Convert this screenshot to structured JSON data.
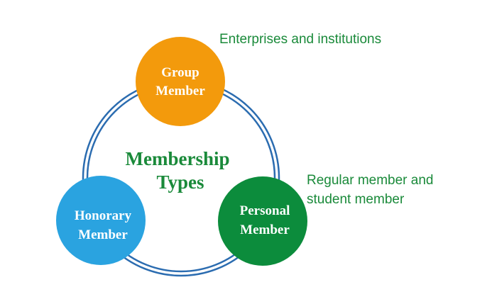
{
  "center": {
    "line1": "Membership",
    "line2": "Types"
  },
  "nodes": {
    "group": {
      "line1": "Group",
      "line2": "Member",
      "color": "#f39a0c"
    },
    "honorary": {
      "line1": "Honorary",
      "line2": "Member",
      "color": "#2aa3e0"
    },
    "personal": {
      "line1": "Personal",
      "line2": "Member",
      "color": "#0c8c3c"
    }
  },
  "annotations": {
    "group": "Enterprises and institutions",
    "personal_line1": "Regular member and",
    "personal_line2": "student member"
  },
  "colors": {
    "ring": "#2b6cb0",
    "text_green": "#1a8a3a"
  }
}
